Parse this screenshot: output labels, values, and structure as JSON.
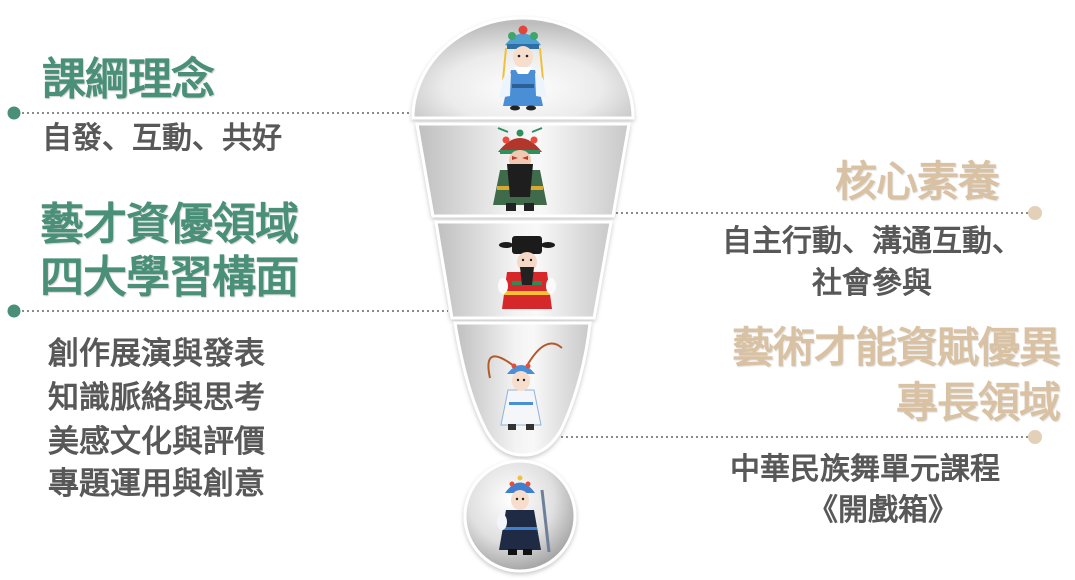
{
  "colors": {
    "green": "#4a8f78",
    "tan": "#d9c2a4",
    "text": "#585858",
    "dot_tan": "#e3d0b8"
  },
  "left": {
    "curriculum": {
      "title": "課綱理念",
      "subtitle": "自發、互動、共好"
    },
    "gifted_domain": {
      "title": [
        "藝才資優領域",
        "四大學習構面"
      ],
      "dimensions": [
        "創作展演與發表",
        "知識脈絡與思考",
        "美感文化與評價",
        "專題運用與創意"
      ]
    }
  },
  "right": {
    "core_competency": {
      "title": "核心素養",
      "description": [
        "自主行動、溝通互動、",
        "社會參與"
      ]
    },
    "specialty": {
      "title": [
        "藝術才能資賦優異",
        "專長領域"
      ],
      "course": [
        "中華民族舞單元課程",
        "《開戲箱》"
      ]
    }
  },
  "funnel": {
    "figures": [
      "opera-dan-blue-robe-icon",
      "opera-jing-bearded-general-icon",
      "opera-official-red-robe-icon",
      "opera-pheasant-feather-warrior-icon",
      "opera-swordsman-blue-icon"
    ]
  }
}
